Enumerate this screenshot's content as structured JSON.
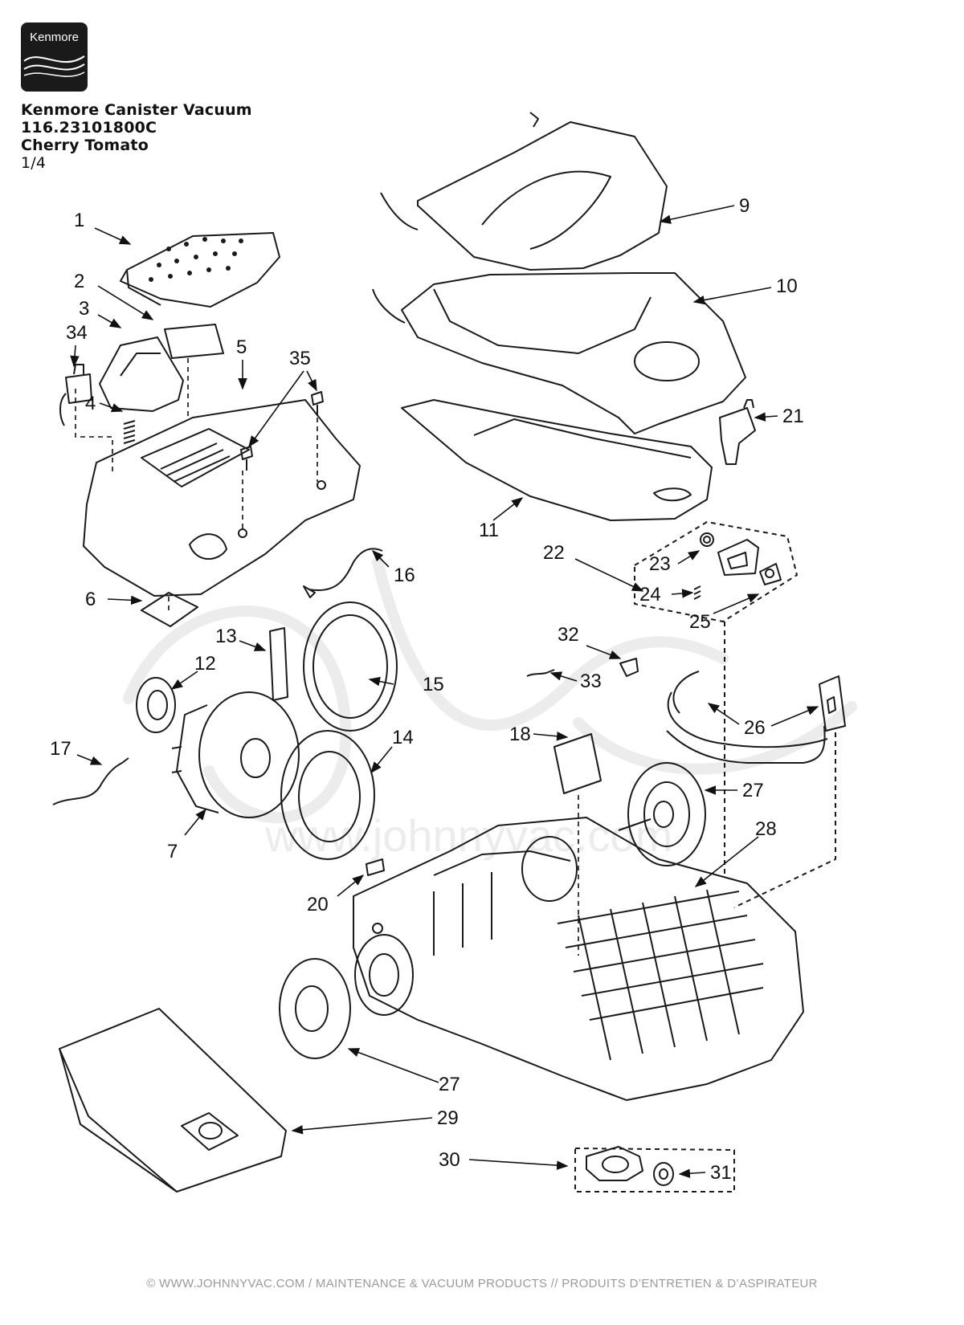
{
  "logo": {
    "brand": "Kenmore"
  },
  "header": {
    "title": "Kenmore Canister Vacuum",
    "model": "116.23101800C",
    "color": "Cherry Tomato",
    "page": "1/4"
  },
  "callouts": {
    "c1": "1",
    "c2": "2",
    "c3": "3",
    "c4": "4",
    "c5": "5",
    "c6": "6",
    "c7": "7",
    "c9": "9",
    "c10": "10",
    "c11": "11",
    "c12": "12",
    "c13": "13",
    "c14": "14",
    "c15": "15",
    "c16": "16",
    "c17": "17",
    "c18": "18",
    "c20": "20",
    "c21": "21",
    "c22": "22",
    "c23": "23",
    "c24": "24",
    "c25": "25",
    "c26": "26",
    "c27a": "27",
    "c27b": "27",
    "c28": "28",
    "c29": "29",
    "c30": "30",
    "c31": "31",
    "c32": "32",
    "c33": "33",
    "c34": "34",
    "c35": "35"
  },
  "watermark": {
    "url": "www.johnnyvac.com"
  },
  "footer": {
    "text": "© WWW.JOHNNYVAC.COM / MAINTENANCE & VACUUM PRODUCTS  //  PRODUITS D’ENTRETIEN & D’ASPIRATEUR"
  }
}
